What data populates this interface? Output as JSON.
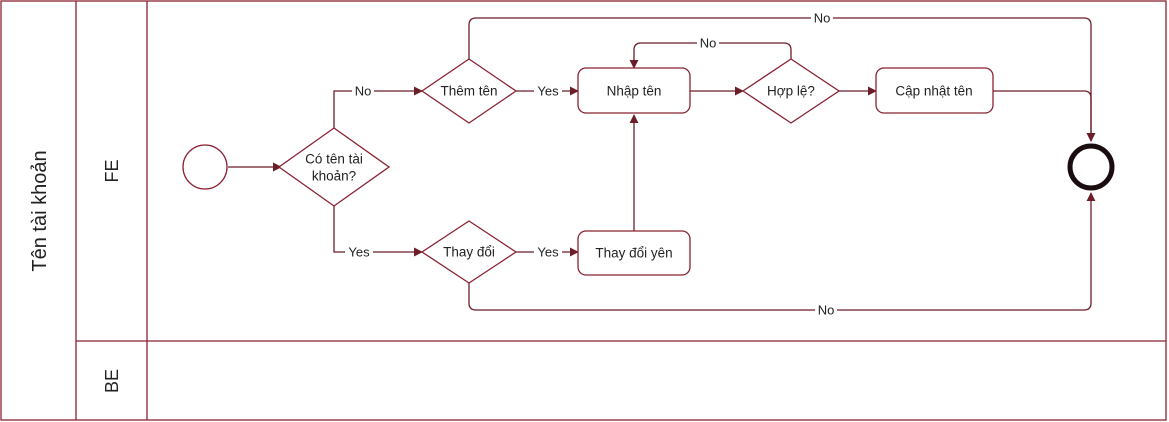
{
  "colors": {
    "line": "#8a2233",
    "edge": "#6b1e28",
    "background": "#ffffff"
  },
  "pool": {
    "title": "Tên tài khoản"
  },
  "lanes": {
    "fe": "FE",
    "be": "BE"
  },
  "nodes": {
    "start": "",
    "co_ten_tai_khoan": {
      "line1": "Có tên tài",
      "line2": "khoản?"
    },
    "them_ten": "Thêm tên",
    "thay_doi": "Thay đổi",
    "nhap_ten": "Nhập tên",
    "thay_doi_yen": "Thay đổi yên",
    "hop_le": "Hợp lệ?",
    "cap_nhat_ten": "Cập nhật tên",
    "end": ""
  },
  "edges": {
    "co_to_them": "No",
    "co_to_thay": "Yes",
    "them_to_nhap": "Yes",
    "thay_to_thay_yen": "Yes",
    "hop_le_loop": "No",
    "them_to_end": "No",
    "thay_to_end": "No"
  }
}
